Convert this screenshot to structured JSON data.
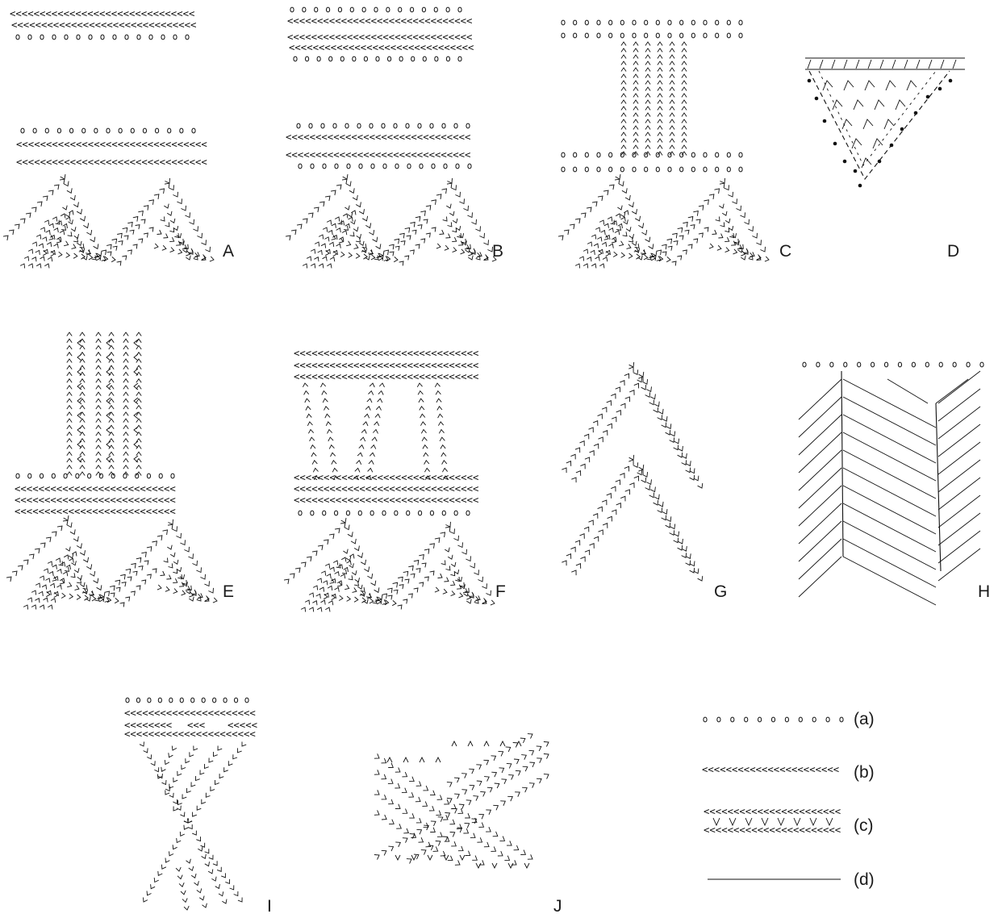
{
  "figure": {
    "panels": [
      {
        "id": "A",
        "label": "A"
      },
      {
        "id": "B",
        "label": "B"
      },
      {
        "id": "C",
        "label": "C"
      },
      {
        "id": "D",
        "label": "D"
      },
      {
        "id": "E",
        "label": "E"
      },
      {
        "id": "F",
        "label": "F"
      },
      {
        "id": "G",
        "label": "G"
      },
      {
        "id": "H",
        "label": "H"
      },
      {
        "id": "I",
        "label": "I"
      },
      {
        "id": "J",
        "label": "J"
      }
    ],
    "legend": [
      {
        "key": "a",
        "label": "(a)",
        "pattern": "dots"
      },
      {
        "key": "b",
        "label": "(b)",
        "pattern": "chevrons"
      },
      {
        "key": "c",
        "label": "(c)",
        "pattern": "chevrons-with-v"
      },
      {
        "key": "d",
        "label": "(d)",
        "pattern": "solid-line"
      }
    ],
    "ink_color": "#111111",
    "background_color": "#ffffff"
  }
}
